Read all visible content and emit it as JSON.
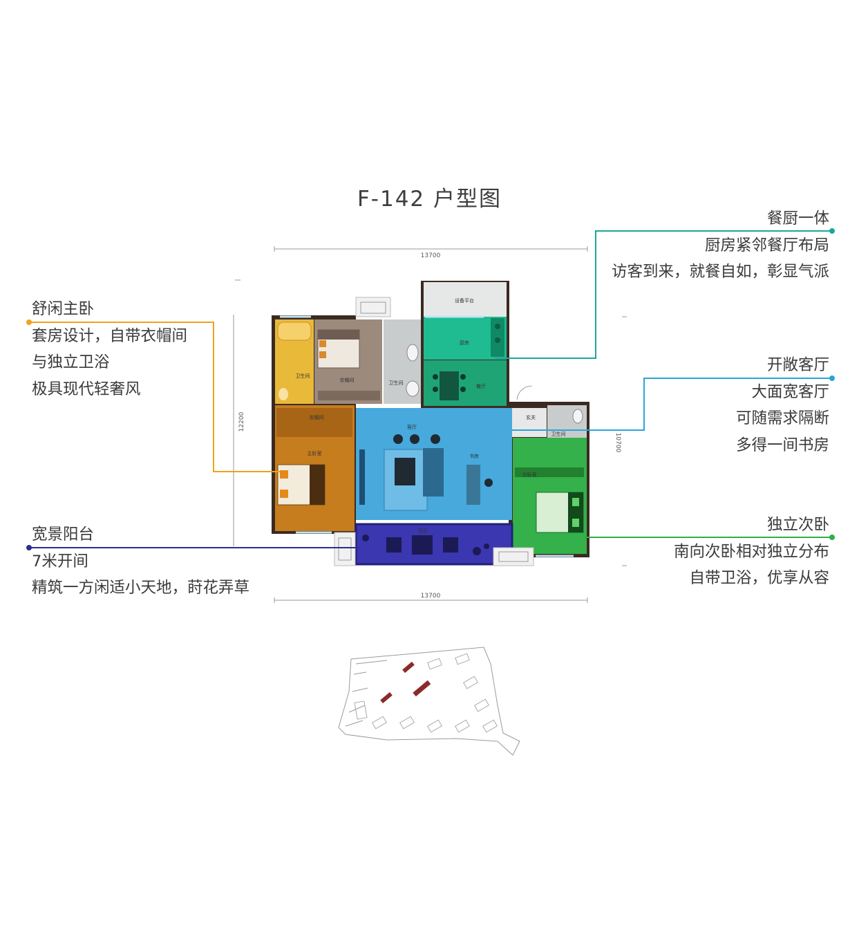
{
  "title": "F-142 户型图",
  "dimensions": {
    "top_width": "13700",
    "bottom_width": "13700",
    "left_depth": "12200",
    "right_depth": "10700"
  },
  "rooms": {
    "equipment_platform": "设备平台",
    "kitchen": "厨房",
    "dining": "餐厅",
    "master_bath": "卫生间",
    "cloakroom": "衣帽间",
    "master_bedroom": "主卧室",
    "bath2": "卫生间",
    "living": "客厅",
    "study": "书房",
    "entry": "玄关",
    "bath3": "卫生间",
    "bedroom2": "次卧室",
    "balcony": "阳台"
  },
  "callouts": {
    "kitchen": {
      "color": "#1aa79a",
      "lines": [
        "餐厨一体",
        "厨房紧邻餐厅布局",
        "访客到来，就餐自如，彰显气派"
      ]
    },
    "master": {
      "color": "#f0a21a",
      "lines": [
        "舒闲主卧",
        "套房设计，自带衣帽间",
        "与独立卫浴",
        "极具现代轻奢风"
      ]
    },
    "living": {
      "color": "#2aa4d8",
      "lines": [
        "开敞客厅",
        "大面宽客厅",
        "可随需求隔断",
        "多得一间书房"
      ]
    },
    "balcony": {
      "color": "#25318f",
      "lines": [
        "宽景阳台",
        "7米开间",
        "精筑一方闲适小天地，莳花弄草"
      ]
    },
    "bedroom2": {
      "color": "#2fae46",
      "lines": [
        "独立次卧",
        "南向次卧相对独立分布",
        "自带卫浴，优享从容"
      ]
    }
  }
}
